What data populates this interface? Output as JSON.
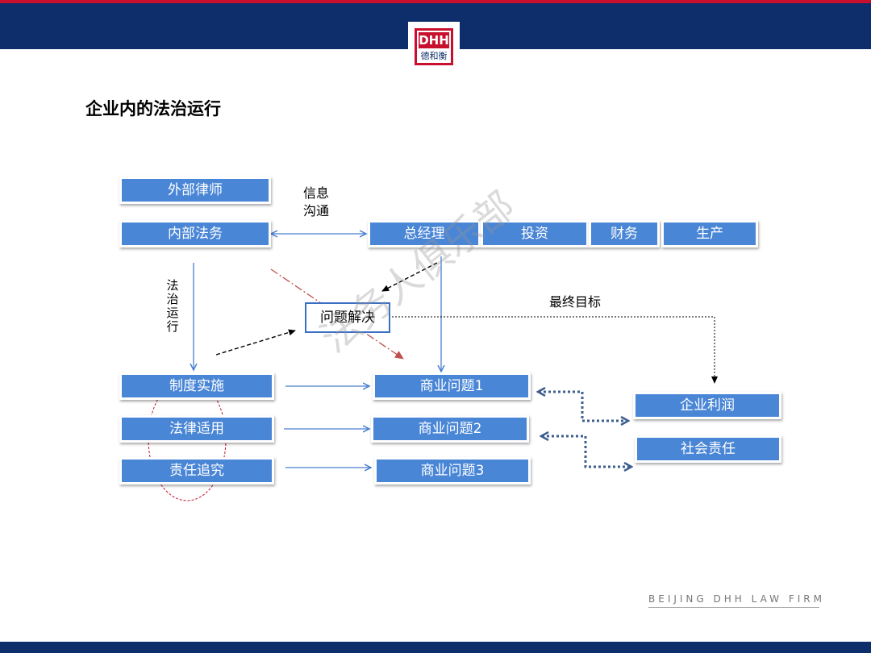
{
  "header": {
    "logo_text": "DHH",
    "logo_sub": "德和衡"
  },
  "title": "企业内的法治运行",
  "nodes": {
    "external_lawyer": "外部律师",
    "internal_legal": "内部法务",
    "general_manager": "总经理",
    "investment": "投资",
    "finance": "财务",
    "production": "生产",
    "problem_solving": "问题解决",
    "system_implementation": "制度实施",
    "law_application": "法律适用",
    "liability": "责任追究",
    "business_issue_1": "商业问题1",
    "business_issue_2": "商业问题2",
    "business_issue_3": "商业问题3",
    "corporate_profit": "企业利润",
    "social_responsibility": "社会责任"
  },
  "labels": {
    "info_line1": "信息",
    "info_line2": "沟通",
    "rule_of_law": "法治运行",
    "final_goal": "最终目标"
  },
  "watermark": "法务人俱乐部",
  "footer": "BEIJING DHH LAW FIRM"
}
